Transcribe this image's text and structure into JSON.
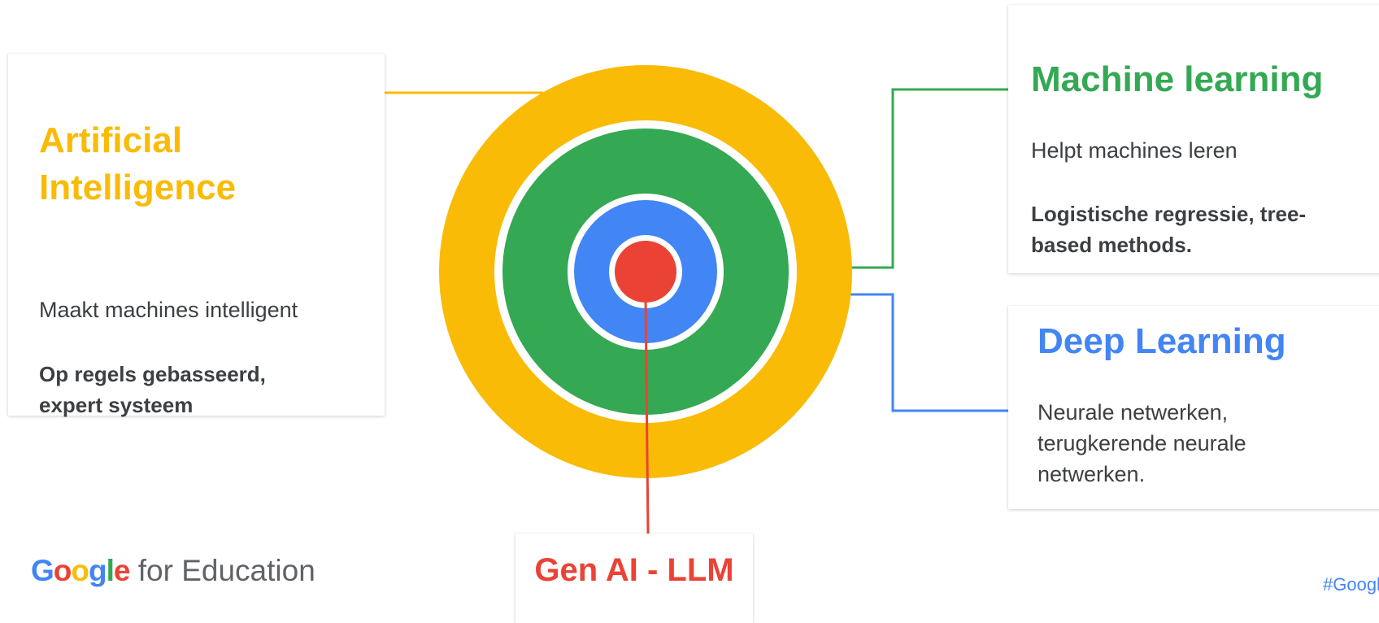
{
  "colors": {
    "ai": "#f9bb06",
    "ml": "#34a853",
    "dl": "#4285f4",
    "genai": "#ea4335"
  },
  "rings": [
    "Artificial Intelligence",
    "Machine learning",
    "Deep Learning",
    "Gen AI - LLM"
  ],
  "cards": {
    "ai": {
      "title": "Artificial Intelligence",
      "description": "Maakt machines intelligent",
      "examples": "Op regels gebasseerd, expert systeem"
    },
    "ml": {
      "title": "Machine learning",
      "description": "Helpt machines leren",
      "examples": "Logistische regressie, tree-based methods."
    },
    "dl": {
      "title": "Deep Learning",
      "description": "Neurale  netwerken, terugkerende neurale netwerken."
    },
    "genai": {
      "title": "Gen AI - LLM"
    }
  },
  "footer": {
    "logo_word": "Google",
    "logo_suffix": "for Education",
    "hashtag": "#GoogleEd"
  }
}
